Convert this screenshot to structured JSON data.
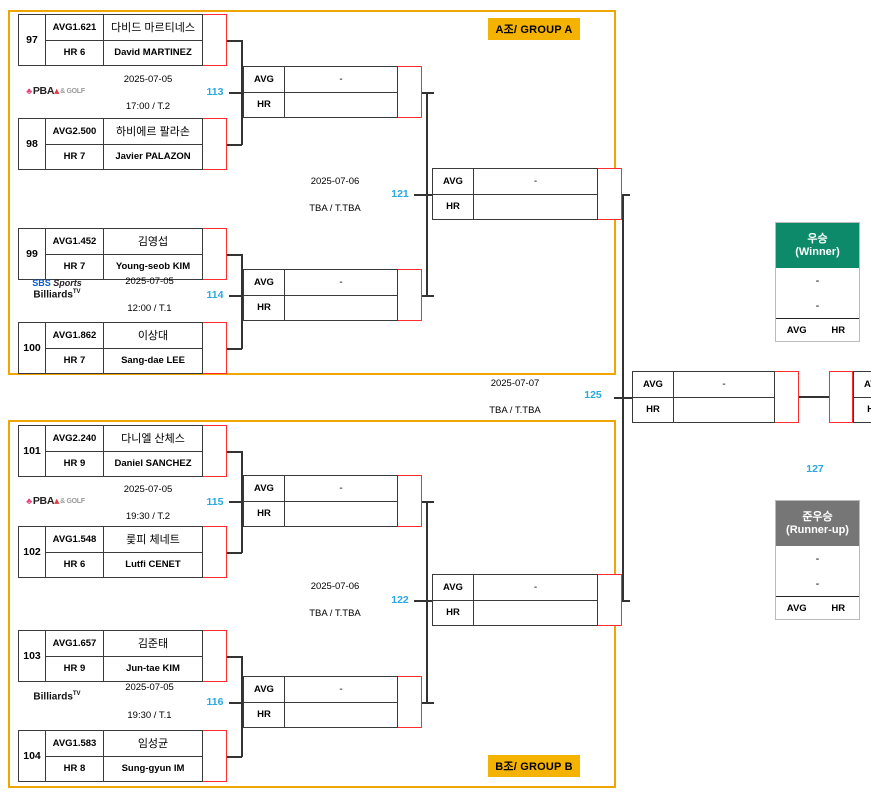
{
  "groups": {
    "a": {
      "label": "A조/ GROUP A"
    },
    "b": {
      "label": "B조/ GROUP B"
    }
  },
  "players": {
    "p97": {
      "seed": "97",
      "avg": "AVG1.621",
      "hr": "HR 6",
      "kr": "다비드 마르티네스",
      "en": "David MARTINEZ"
    },
    "p98": {
      "seed": "98",
      "avg": "AVG2.500",
      "hr": "HR 7",
      "kr": "하비에르 팔라손",
      "en": "Javier PALAZON"
    },
    "p99": {
      "seed": "99",
      "avg": "AVG1.452",
      "hr": "HR 7",
      "kr": "김영섭",
      "en": "Young-seob KIM"
    },
    "p100": {
      "seed": "100",
      "avg": "AVG1.862",
      "hr": "HR 7",
      "kr": "이상대",
      "en": "Sang-dae LEE"
    },
    "p101": {
      "seed": "101",
      "avg": "AVG2.240",
      "hr": "HR 9",
      "kr": "다니엘 산체스",
      "en": "Daniel SANCHEZ"
    },
    "p102": {
      "seed": "102",
      "avg": "AVG1.548",
      "hr": "HR 6",
      "kr": "룿피 체네트",
      "en": "Lutfi CENET"
    },
    "p103": {
      "seed": "103",
      "avg": "AVG1.657",
      "hr": "HR 9",
      "kr": "김준태",
      "en": "Jun-tae KIM"
    },
    "p104": {
      "seed": "104",
      "avg": "AVG1.583",
      "hr": "HR 8",
      "kr": "임성균",
      "en": "Sung-gyun IM"
    }
  },
  "matches": {
    "m113": {
      "number": "113",
      "date": "2025-07-05",
      "time": "17:00 / T.2",
      "broadcaster": "pba"
    },
    "m114": {
      "number": "114",
      "date": "2025-07-05",
      "time": "12:00 / T.1",
      "broadcaster": "sbs"
    },
    "m115": {
      "number": "115",
      "date": "2025-07-05",
      "time": "19:30 / T.2",
      "broadcaster": "pba"
    },
    "m116": {
      "number": "116",
      "date": "2025-07-05",
      "time": "19:30 / T.1",
      "broadcaster": "billiards"
    },
    "m121": {
      "number": "121",
      "date": "2025-07-06",
      "time": "TBA / T.TBA"
    },
    "m122": {
      "number": "122",
      "date": "2025-07-06",
      "time": "TBA / T.TBA"
    },
    "m125": {
      "number": "125",
      "date": "2025-07-07",
      "time": "TBA / T.TBA"
    },
    "m127": {
      "number": "127"
    }
  },
  "results": {
    "avg_label": "AVG",
    "hr_label": "HR",
    "empty": "-"
  },
  "podium": {
    "winner": {
      "title_kr": "우승",
      "title_en": "(Winner)",
      "avg": "-",
      "hr": "-",
      "avg_label": "AVG",
      "hr_label": "HR"
    },
    "runner_up": {
      "title_kr": "준우승",
      "title_en": "(Runner-up)",
      "avg": "-",
      "hr": "-",
      "avg_label": "AVG",
      "hr_label": "HR"
    }
  },
  "logos": {
    "pba": {
      "name": "PBA & GOLF",
      "mark": "♣",
      "word": "PBA",
      "tri": "▴",
      "suffix": "& GOLF"
    },
    "sbs": {
      "line1a": "SBS",
      "line1b": "Sports",
      "line2": "Billiards",
      "sup": "TV"
    },
    "billiards": {
      "line2": "Billiards",
      "sup": "TV"
    }
  },
  "colors": {
    "group_frame": "#f0a500",
    "group_tag": "#f5b301",
    "score_border": "#ff2d2d",
    "match_number": "#2aa8e0",
    "winner_bg": "#0d8a6a",
    "runner_bg": "#767676"
  }
}
